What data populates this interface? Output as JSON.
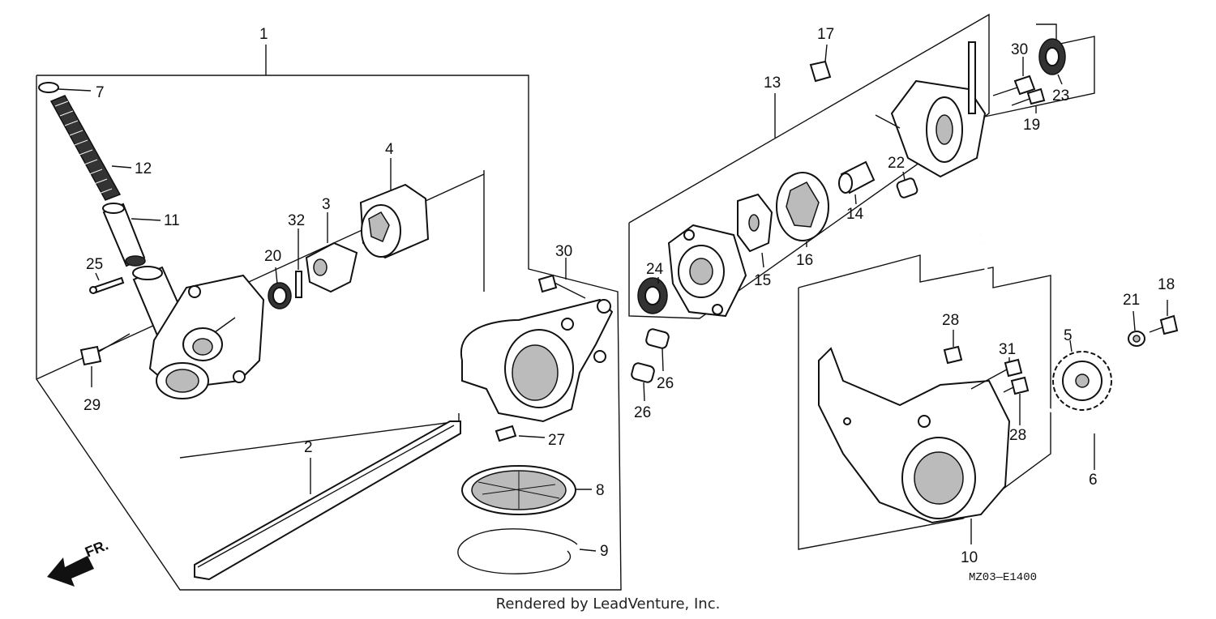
{
  "diagram": {
    "callouts": [
      {
        "id": "c1",
        "label": "1"
      },
      {
        "id": "c2",
        "label": "2"
      },
      {
        "id": "c3",
        "label": "3"
      },
      {
        "id": "c4",
        "label": "4"
      },
      {
        "id": "c5",
        "label": "5"
      },
      {
        "id": "c6",
        "label": "6"
      },
      {
        "id": "c7",
        "label": "7"
      },
      {
        "id": "c8",
        "label": "8"
      },
      {
        "id": "c9",
        "label": "9"
      },
      {
        "id": "c10",
        "label": "10"
      },
      {
        "id": "c11",
        "label": "11"
      },
      {
        "id": "c12",
        "label": "12"
      },
      {
        "id": "c13",
        "label": "13"
      },
      {
        "id": "c14",
        "label": "14"
      },
      {
        "id": "c15",
        "label": "15"
      },
      {
        "id": "c16",
        "label": "16"
      },
      {
        "id": "c17",
        "label": "17"
      },
      {
        "id": "c18",
        "label": "18"
      },
      {
        "id": "c19",
        "label": "19"
      },
      {
        "id": "c20",
        "label": "20"
      },
      {
        "id": "c21",
        "label": "21"
      },
      {
        "id": "c22",
        "label": "22"
      },
      {
        "id": "c23",
        "label": "23"
      },
      {
        "id": "c24",
        "label": "24"
      },
      {
        "id": "c25",
        "label": "25"
      },
      {
        "id": "c26a",
        "label": "26"
      },
      {
        "id": "c26b",
        "label": "26"
      },
      {
        "id": "c27",
        "label": "27"
      },
      {
        "id": "c28a",
        "label": "28"
      },
      {
        "id": "c28b",
        "label": "28"
      },
      {
        "id": "c29",
        "label": "29"
      },
      {
        "id": "c30a",
        "label": "30"
      },
      {
        "id": "c30b",
        "label": "30"
      },
      {
        "id": "c31",
        "label": "31"
      },
      {
        "id": "c32",
        "label": "32"
      }
    ],
    "front_label": "FR.",
    "diagram_code": "MZ03—E1400"
  },
  "credit": "Rendered by LeadVenture, Inc."
}
